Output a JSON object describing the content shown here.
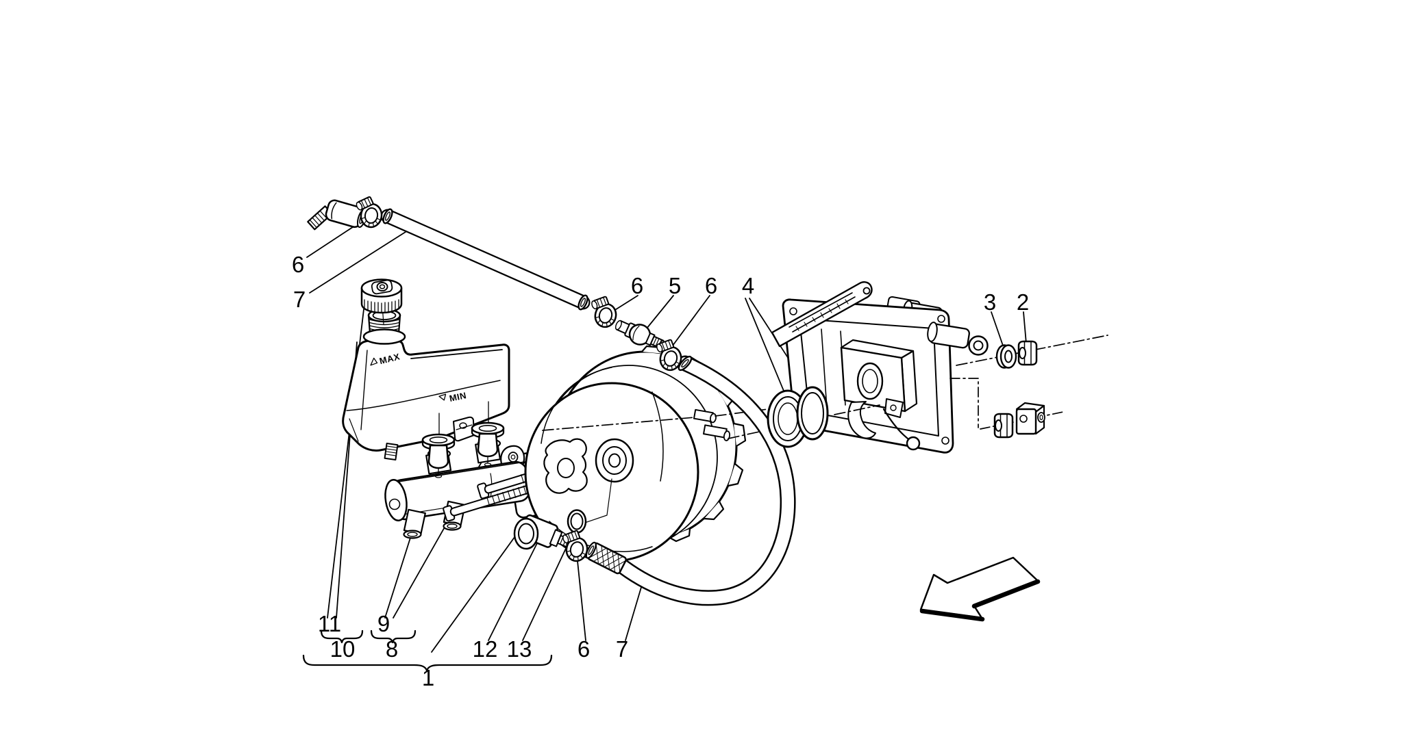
{
  "diagram": {
    "colors": {
      "background": "#ffffff",
      "ink": "#000000"
    },
    "callouts": [
      {
        "t": "6"
      },
      {
        "t": "7"
      },
      {
        "t": "6"
      },
      {
        "t": "5"
      },
      {
        "t": "6"
      },
      {
        "t": "4"
      },
      {
        "t": "3"
      },
      {
        "t": "2"
      },
      {
        "t": "11"
      },
      {
        "t": "10"
      },
      {
        "t": "9"
      },
      {
        "t": "8"
      },
      {
        "t": "12"
      },
      {
        "t": "13"
      },
      {
        "t": "6"
      },
      {
        "t": "7"
      },
      {
        "t": "1"
      }
    ],
    "reservoir_marks": {
      "max": "MAX",
      "min": "MIN"
    }
  }
}
